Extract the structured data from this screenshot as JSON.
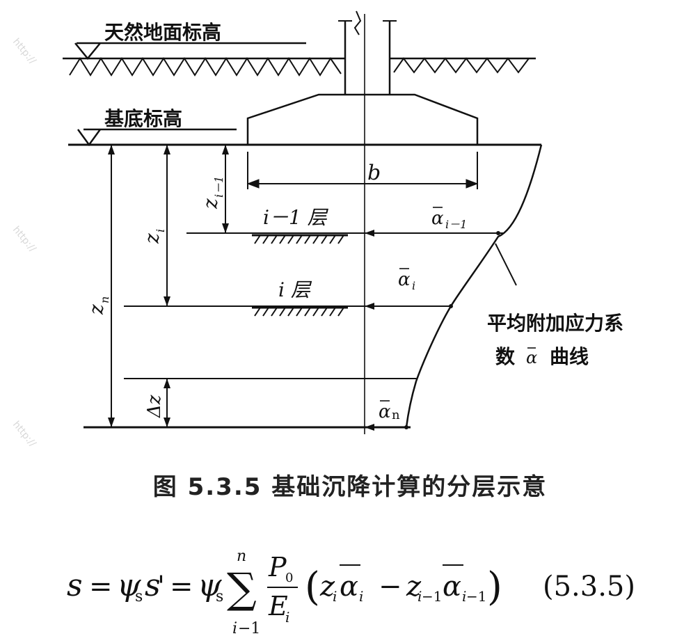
{
  "labels": {
    "natural_ground": "天然地面标高",
    "base_level": "基底标高",
    "width": "b",
    "z_prev": "z",
    "z_prev_sub": "i－1",
    "z_i": "z",
    "z_i_sub": "i",
    "z_n": "z",
    "z_n_sub": "n",
    "delta_z": "Δz",
    "layer_prev": "i－1 层",
    "layer_i": "i 层",
    "alpha_prev_sub": "i－1",
    "alpha_i_sub": "i",
    "alpha_n_sub": "n",
    "curve_line1": "平均附加应力系",
    "curve_line2_a": "数",
    "curve_line2_b": "曲线",
    "alpha": "α"
  },
  "caption": "图 5.3.5   基础沉降计算的分层示意",
  "formula": {
    "number": "(5.3.5)"
  },
  "watermark": "http://"
}
